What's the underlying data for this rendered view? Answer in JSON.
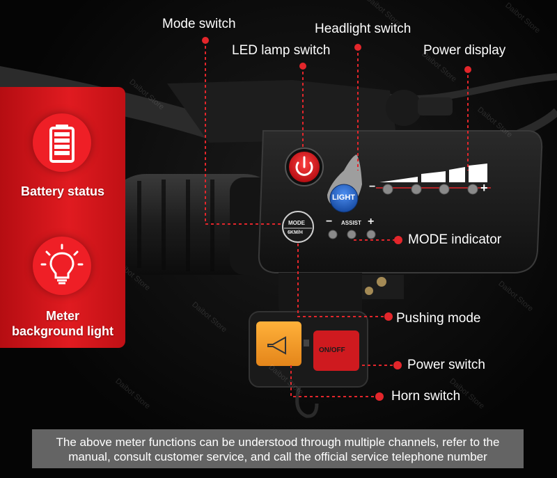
{
  "callouts": {
    "mode_switch": "Mode switch",
    "headlight_switch": "Headlight switch",
    "led_lamp_switch": "LED lamp switch",
    "power_display": "Power display",
    "mode_indicator": "MODE indicator",
    "pushing_mode": "Pushing mode",
    "power_switch": "Power switch",
    "horn_switch": "Horn switch"
  },
  "left_panel": {
    "battery_status": "Battery status",
    "meter_light_line1": "Meter",
    "meter_light_line2": "background light"
  },
  "device": {
    "light_button": "LIGHT",
    "mode_button": "MODE",
    "mode_button_sub": "6KM/H",
    "assist_label": "ASSIST",
    "minus": "−",
    "plus": "+",
    "power_minus": "−",
    "power_plus": "+",
    "on_off_button": "ON/OFF"
  },
  "watermark": "Daibot Store",
  "footer": {
    "line1": "The above meter functions can be understood through multiple channels, refer to the",
    "line2": "manual, consult customer service, and call the official service telephone number"
  },
  "colors": {
    "accent_red": "#e01b20",
    "callout_red": "#e3262b",
    "light_blue": "#1f5fbf"
  }
}
